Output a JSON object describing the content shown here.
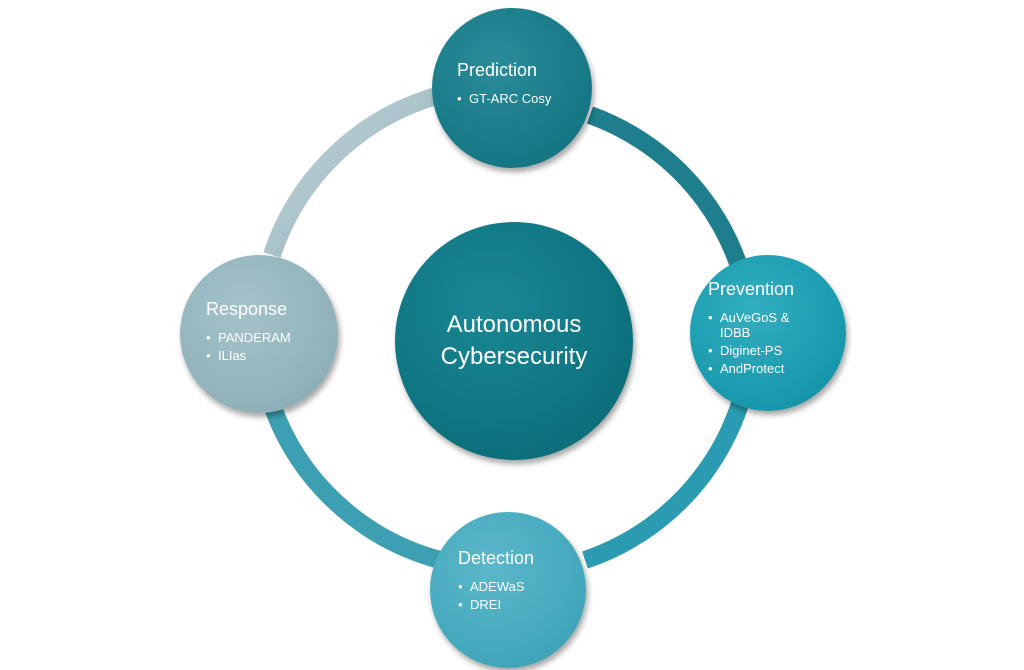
{
  "center": {
    "line1": "Autonomous",
    "line2": "Cybersecurity",
    "color": "#0f7481"
  },
  "ring": {
    "color_dark": "#1f7e8d",
    "color_light": "#a9c4cb"
  },
  "nodes": {
    "prediction": {
      "title": "Prediction",
      "items": [
        "GT-ARC Cosy"
      ],
      "color": "#177986"
    },
    "prevention": {
      "title": "Prevention",
      "items": [
        "AuVeGoS & IDBB",
        "Diginet-PS",
        "AndProtect"
      ],
      "color": "#1a9aae"
    },
    "detection": {
      "title": "Detection",
      "items": [
        "ADEWaS",
        "DREI"
      ],
      "color": "#44a8bd"
    },
    "response": {
      "title": "Response",
      "items": [
        "PANDERAM",
        "ILIas"
      ],
      "color": "#92b3bb"
    }
  }
}
